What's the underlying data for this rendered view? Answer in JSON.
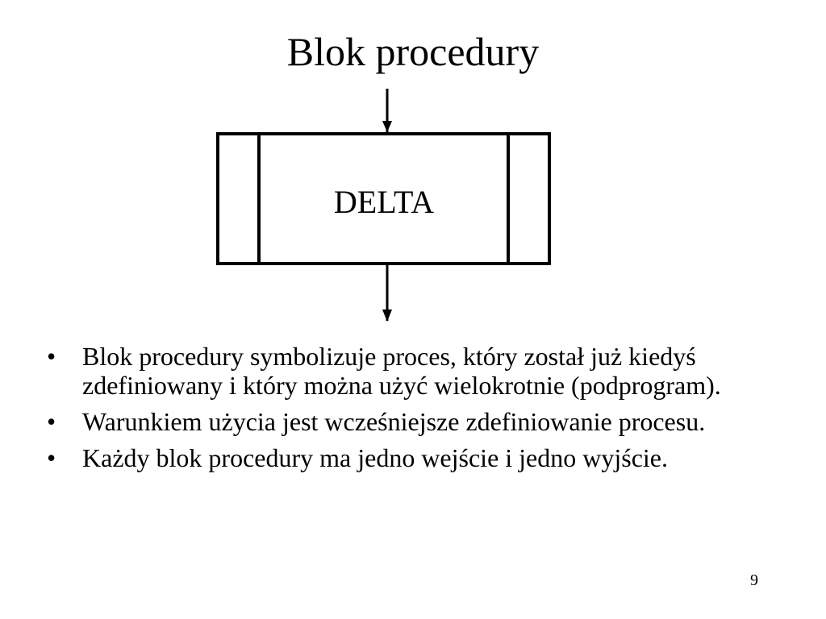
{
  "slide": {
    "title": "Blok procedury",
    "page_number": "9"
  },
  "diagram": {
    "block_label": "DELTA"
  },
  "bullets": [
    "Blok procedury symbolizuje proces, który został już kiedyś zdefiniowany i który można użyć wielokrotnie (podprogram).",
    "Warunkiem użycia jest wcześniejsze zdefiniowanie procesu.",
    "Każdy blok procedury ma jedno wejście i jedno wyjście."
  ],
  "bullet_symbol": "•"
}
